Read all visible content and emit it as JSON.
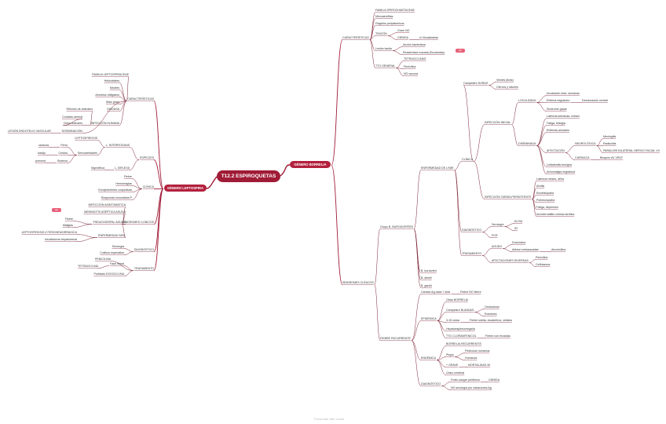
{
  "center": "T12.2 ESPIROQUETAS",
  "borrelia": {
    "title": "GÉNERO BORRELIA",
    "caracteristicas": {
      "label": "CARACTERÍSTICAS",
      "items": [
        "FAMILIA SPIROCHAETACEAE",
        "Microaerófilas",
        "Flagelos periplásmicos",
        "TINCIÓN",
        "Lesión tardía",
        "TTO GENERAL"
      ],
      "tincion": [
        "Gram NO",
        "GIEMSA"
      ],
      "giemsa": "sí Visualizarlas",
      "lesion": [
        "Acción bacteriana",
        "Reactividad cruzada (Eucariotas)"
      ],
      "tag": "ojo",
      "tto": [
        "TETRACICLINAS",
        "Penicilina",
        "NO vacuna"
      ]
    },
    "sindromes": "SÍNDROMES CLÍNICOS",
    "lyme": {
      "complex": "Grupo B. BURGDORFERI",
      "species": [
        "B. burdorferi",
        "B. afzelii",
        "B. garinii"
      ],
      "enfermedad": "ENFERMEDAD DE LYME",
      "clinica": "CLÍNICA",
      "campestres": "Campestre DURAS",
      "campestres_items": [
        "Verdes (ticks)",
        "Ciervos y ratones"
      ],
      "inicial": "INFECCIÓN INICIAL",
      "localizada": "LOCALIZADA",
      "localizada_items": [
        "Incubación días- semanas",
        "Eritema migratorio",
        "Síndrome gripal"
      ],
      "decoloracion": "Decoloración central",
      "diseminada": "DISEMINADA",
      "diseminada_items": [
        "Latencia semanas- meses",
        "Fatiga, letargia",
        "Eritemas anulares",
        "AFECTACIÓN",
        "Linfadenitis benigna",
        "Artromialgia migratoria"
      ],
      "afectacion": [
        "NEUROLÓGICA",
        "CARDIACA"
      ],
      "neuro": [
        "Meningitis",
        "Radiculitis",
        "PARÁLISIS BILATERAL NERVIO FACIAL VII"
      ],
      "cardiaca": "Bloqueo AV VENT",
      "tardia": "INFECCIÓN TARDÍA PERSISTENTE",
      "tardia_items": [
        "Latencia meses- años",
        "Artritis",
        "Encefalopatía",
        "Polineuropatía",
        "Fatiga, depresión",
        "Acrodermatitis crónica atrófica"
      ],
      "diagnostico": "DIAGNÓSTICO",
      "diag_items": [
        "Serología",
        "PCR"
      ],
      "serologia": [
        "ELISA",
        "IFI"
      ],
      "tratamiento": "TRATAMIENTO",
      "trat_items": [
        "AGUDO",
        "AFECTACIONES DIVERSAS"
      ],
      "agudo": [
        "Doxiciclina",
        "Adhesi embarazadas"
      ],
      "agudo_extra": "Amoxicilina",
      "diversas": [
        "Penicilina",
        "Ceftriaxona"
      ]
    },
    "recurrente": {
      "title": "FIEBRE RECURRENTE",
      "top": "Cambio Ag cada 7 días",
      "top2": "Fiebre NO fiebre",
      "epidemica": "EPIDÉMICA",
      "epi_items": [
        "Otras BORRELIA",
        "Campestre BLANDAS",
        "3-15 ciclos",
        "Hepatoesplenomegalia",
        "TTO CLORANFENICOL"
      ],
      "blandas": [
        "Ornitodoros",
        "Roedores"
      ],
      "ciclos": "Fiebre súbita, escalofríos, cefalea",
      "tto_extra": "Fiebre con recaídas",
      "endemica": "ENDÉMICA",
      "endo_items": [
        "BORRELIA RECURRENTIS",
        "Piojos",
        "+ GRAVE",
        "Único cerebral"
      ],
      "piojos": [
        "Pediculus humanus",
        "Humanos"
      ],
      "grave": "MORTALIDAD 40",
      "diagnostico": "DIAGNÓSTICO",
      "diag_items": [
        "Frotis sangre periférica",
        "NO serología por variaciones Ag"
      ],
      "giemsa": "GIEMSA"
    }
  },
  "leptospira": {
    "title": "GÉNERO LEPTOSPIRA",
    "caracteristicas": {
      "label": "CARACTERÍSTICAS",
      "items": [
        "FAMILIA LEPTOSPIRACEAE",
        "Helicoidales",
        "Móviles",
        "Aerobios obligados",
        "INFECCIÓN HUMANA",
        "DISEMINACIÓN"
      ],
      "gram": [
        "Malo gram",
        "OXIDASA"
      ],
      "infeccion": [
        "Riñones de animales",
        "Orina animales",
        "Contacto animal"
      ],
      "disem": "LESIÓN ENDOTELIO VASCULAR"
    },
    "especies": {
      "label": "ESPECIES",
      "items": [
        "L. INTERROGANS",
        "L. BIFLEXA"
      ],
      "interrogans": [
        "LEPTOSPIROSIS",
        "Serovariedades"
      ],
      "serovars": [
        "Perro",
        "Cerdos",
        "Bovinos"
      ],
      "hosts": [
        "canicola",
        "hardjo",
        "pomona"
      ],
      "biflexa": "Saprofítica"
    },
    "clinica": {
      "label": "CLÍNICA",
      "items": [
        "Fiebre",
        "Hemorragias",
        "Enrojecimiento conjuntivas",
        "Respuesta inmunitaria P"
      ]
    },
    "sindromes": {
      "label": "SÍNDROMES CLÍNICOS",
      "items": [
        "INFECCIÓN ASINTOMÁTICA",
        "MENINGITIS ASÉPTICA AGUDA",
        "PSEUDOGRIPAL AGUDA",
        "ENFERMEDAD WEIL"
      ],
      "tag": "ojo",
      "pseudo": [
        "Fiebre",
        "Mialgias"
      ],
      "weil": [
        "LEPTOSPIROSIS ICTEROHEMORRÁGICA",
        "Insuficiencia hepatorrenal"
      ]
    },
    "diagnostico": {
      "label": "DIAGNÓSTICO",
      "items": [
        "Serología",
        "Cultivos especiales"
      ]
    },
    "tratamiento": {
      "label": "TRATAMIENTO",
      "items": [
        "PENICILINA",
        "Fase inicial"
      ],
      "penicilina": "TETRACICLINA",
      "fase": "Profilaxis DOXICICLINA"
    }
  },
  "footer": "Presented with xmind"
}
